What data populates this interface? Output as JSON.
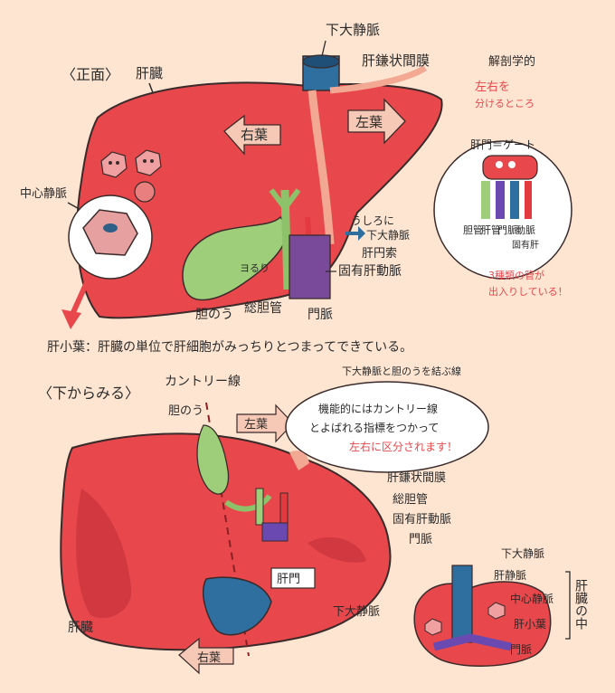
{
  "front": {
    "heading": "〈正面〉",
    "organ_label": "肝臓",
    "right_lobe": "右葉",
    "left_lobe": "左葉",
    "ivc": "下大静脈",
    "falciform": "肝鎌状間膜",
    "anatomical_note_1": "解剖学的",
    "anatomical_note_2": "左右を",
    "anatomical_note_3": "分けるところ",
    "central_vein": "中心静脈",
    "behind_1": "うしろに",
    "behind_2": "下大静脈",
    "round_ligament": "肝円索",
    "proper_hepatic_artery": "固有肝動脈",
    "gallbladder": "胆のう",
    "common_bile_duct": "総胆管",
    "portal_vein": "門脈",
    "storage": "ヨるり"
  },
  "hilum_callout": {
    "title": "肝門＝ゲート",
    "bile_duct": "胆管",
    "hepatic_duct": "肝管",
    "portal_vein": "門脈",
    "artery": "動脈",
    "fixed": "固有肝",
    "note_1": "3種類の管が",
    "note_2": "出入りしている！"
  },
  "lobule_caption": "肝小葉：肝臓の単位で肝細胞がみっちりとつまってできている。",
  "bottom": {
    "heading": "〈下からみる〉",
    "cantlie_line": "カントリー線",
    "ivc_gb_note": "下大静脈と胆のうを結ぶ線",
    "gallbladder": "胆のう",
    "left_lobe": "左葉",
    "right_lobe": "右葉",
    "falciform": "肝鎌状間膜",
    "common_bile_duct": "総胆管",
    "proper_hepatic_artery": "固有肝動脈",
    "portal_vein": "門脈",
    "hilum": "肝門",
    "ivc": "下大静脈",
    "organ_label": "肝臓",
    "bubble_1": "機能的にはカントリー線",
    "bubble_2": "とよばれる指標をつかって",
    "bubble_3": "左右に区分されます！"
  },
  "inside": {
    "ivc": "下大静脈",
    "hepatic_vein": "肝静脈",
    "central_vein": "中心静脈",
    "lobule": "肝小葉",
    "portal_vein": "門脈",
    "bracket_label": "肝臓の中"
  }
}
